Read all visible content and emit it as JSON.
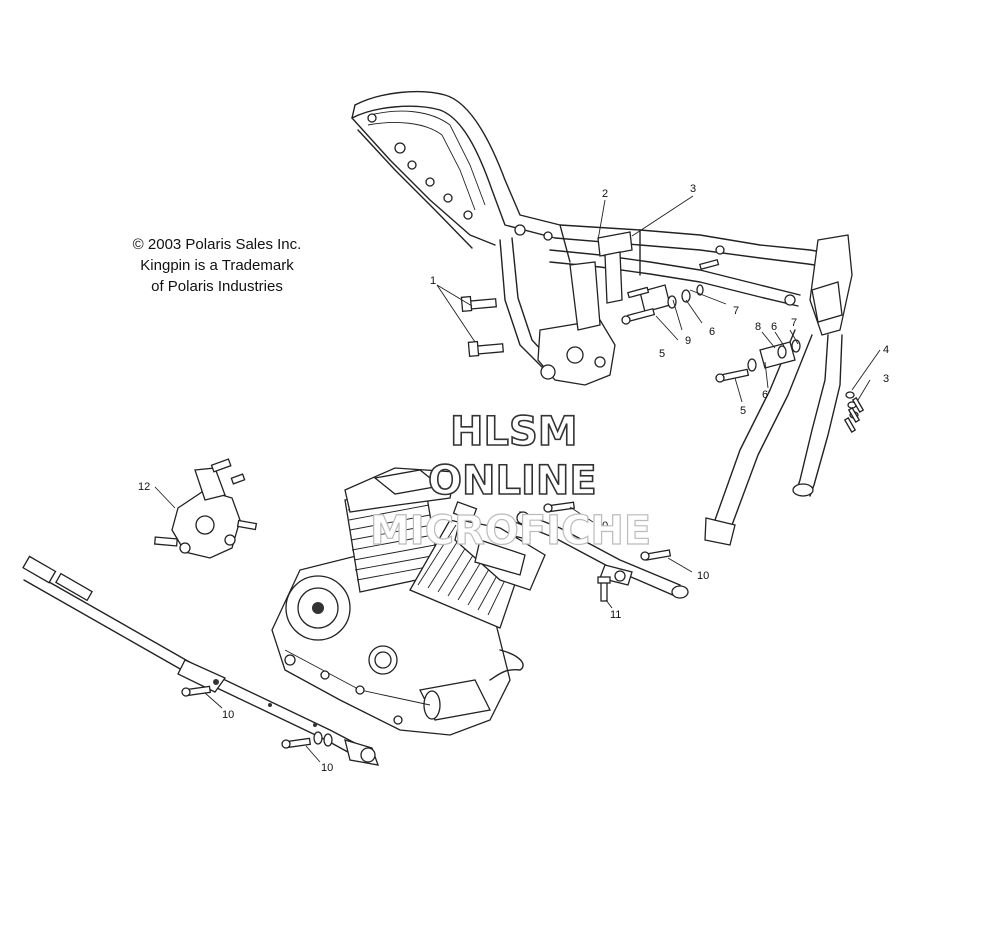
{
  "copyright": {
    "line1": "© 2003 Polaris Sales Inc.",
    "line2": "Kingpin is a Trademark",
    "line3": "of Polaris Industries"
  },
  "watermark": {
    "line1": "HLSM",
    "line2": "ONLINE",
    "line3": "MICROFICHE"
  },
  "callouts": {
    "c1": "1",
    "c2": "2",
    "c3a": "3",
    "c3b": "3",
    "c4": "4",
    "c5a": "5",
    "c5b": "5",
    "c6a": "6",
    "c6b": "6",
    "c6c": "6",
    "c7a": "7",
    "c7b": "7",
    "c8": "8",
    "c9": "9",
    "c10a": "10",
    "c10b": "10",
    "c10c": "10",
    "c10d": "10",
    "c11": "11",
    "c12": "12"
  }
}
